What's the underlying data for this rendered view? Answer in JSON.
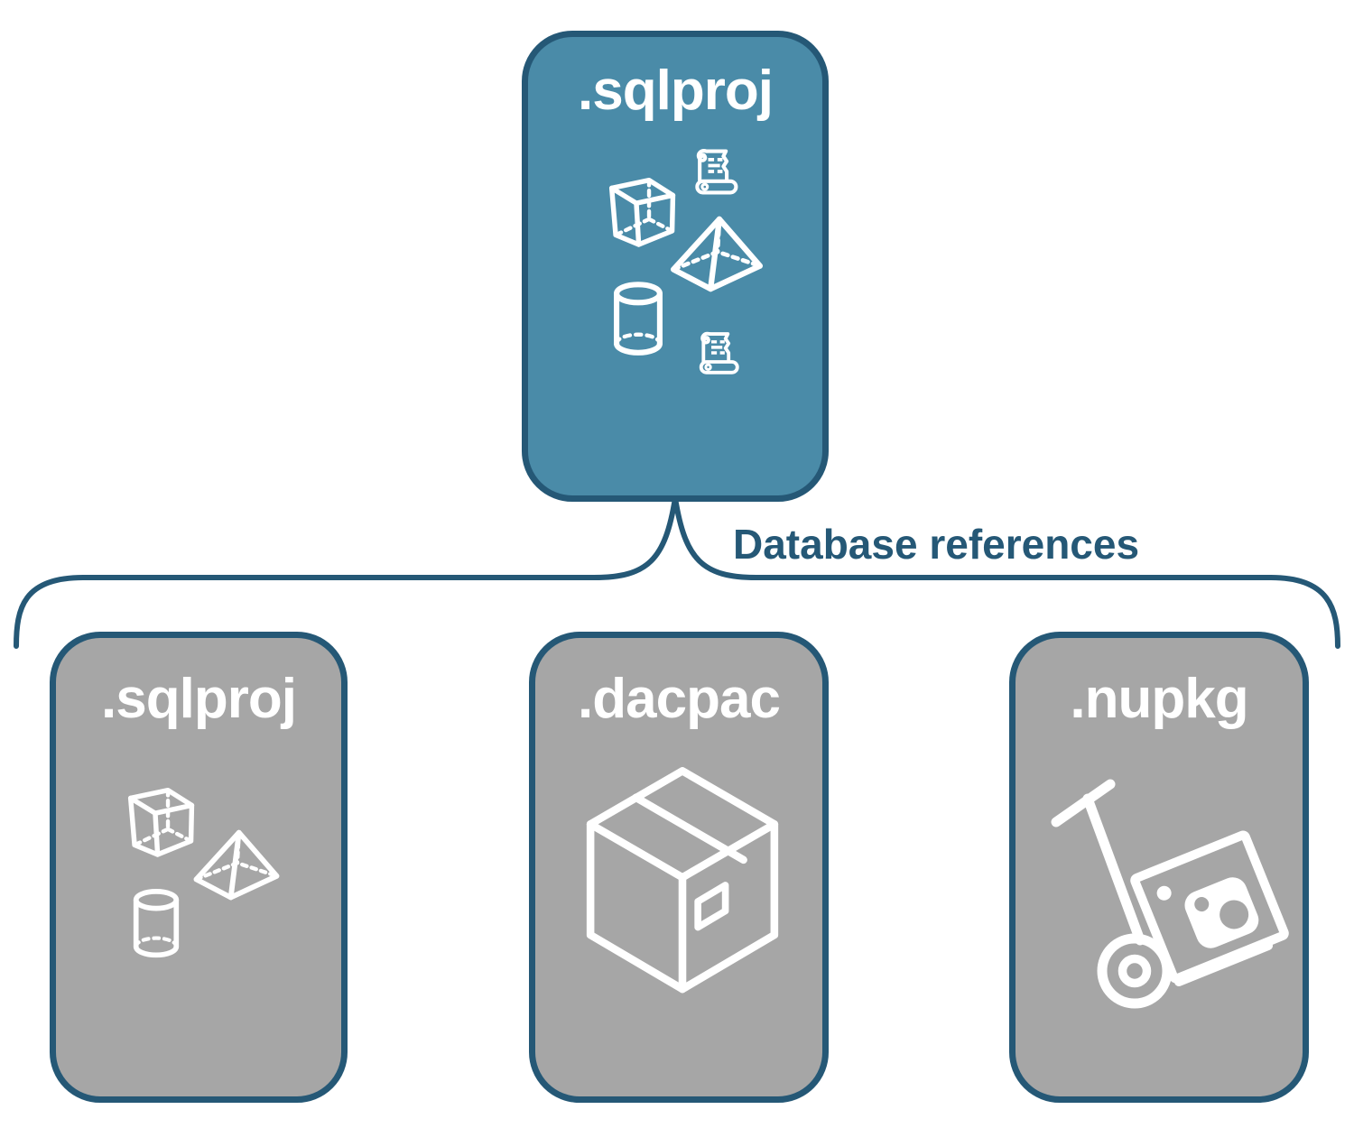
{
  "colors": {
    "page_background": "#FFFFFF",
    "primary_fill": "#4A8BA8",
    "secondary_fill": "#A6A6A6",
    "outline": "#255876",
    "icon_stroke": "#FFFFFF",
    "label_text": "#FFFFFF",
    "connector_label_color": "#255876"
  },
  "root_node": {
    "label": ".sqlproj",
    "icons": [
      "scroll-icon",
      "cube-icon",
      "pyramid-icon",
      "cylinder-icon",
      "scroll-icon"
    ]
  },
  "connector": {
    "label": "Database references"
  },
  "child_nodes": [
    {
      "label": ".sqlproj",
      "icons": [
        "cube-icon",
        "pyramid-icon",
        "cylinder-icon"
      ]
    },
    {
      "label": ".dacpac",
      "icons": [
        "package-box-icon"
      ]
    },
    {
      "label": ".nupkg",
      "icons": [
        "hand-truck-icon"
      ]
    }
  ]
}
